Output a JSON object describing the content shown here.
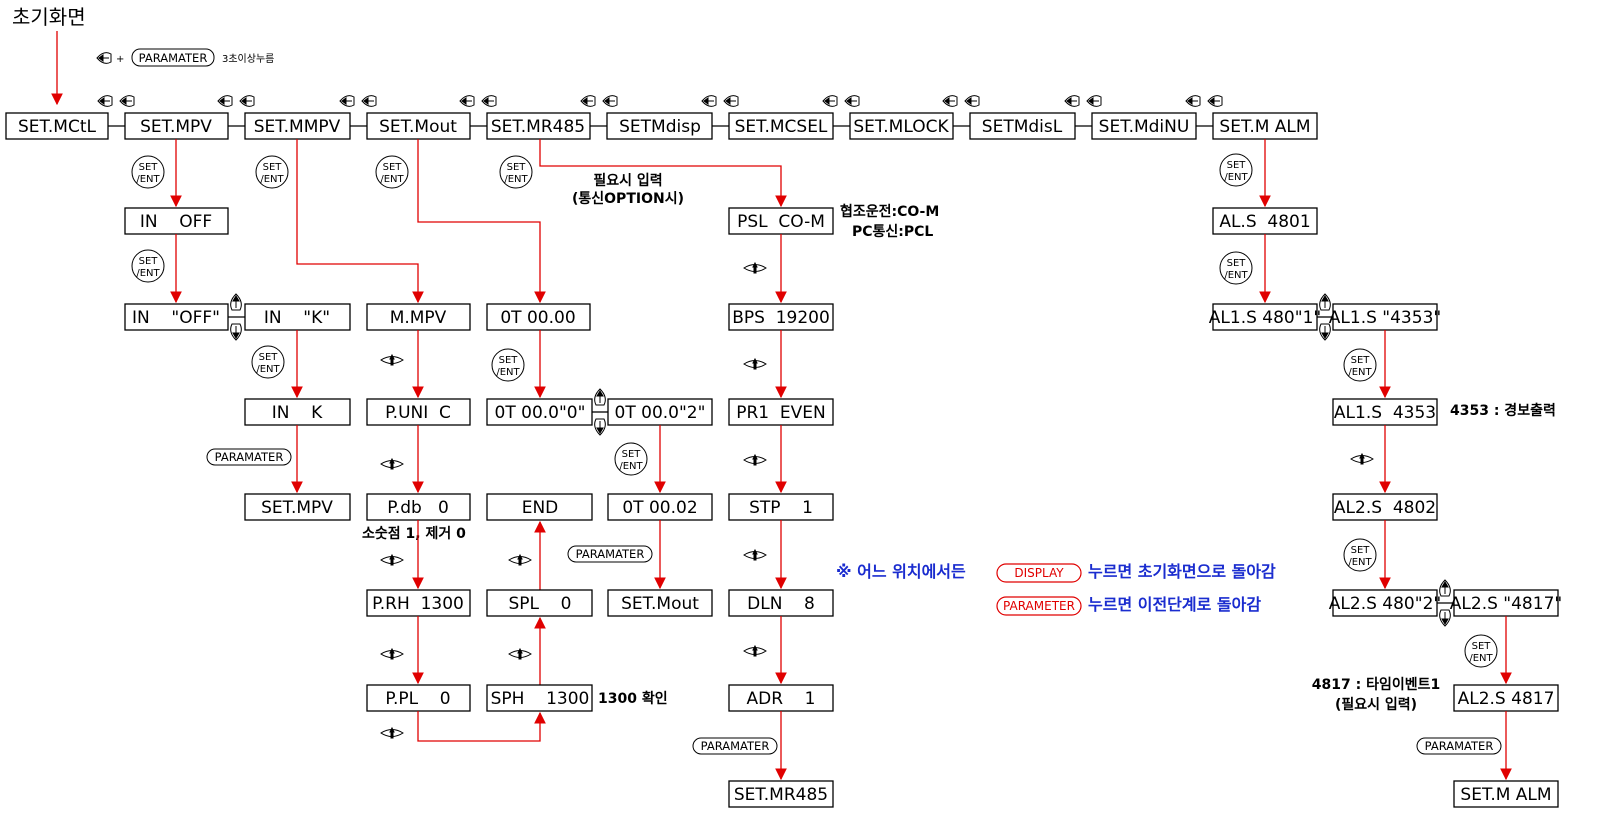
{
  "title": "초기화면",
  "hint": {
    "button": "PARAMATER",
    "text": "3초이상누름"
  },
  "top_row": [
    "SET.MCtL",
    "SET.MPV",
    "SET.MMPV",
    "SET.Mout",
    "SET.MR485",
    "SETMdisp",
    "SET.MCSEL",
    "SET.MLOCK",
    "SETMdisL",
    "SET.MdiNU",
    "SET.M ALM"
  ],
  "set_ent": [
    "SET",
    "/ENT"
  ],
  "paramater_label": "PARAMATER",
  "mpv": {
    "in_off": "IN    OFF",
    "in_off_q": "IN    \"OFF\"",
    "in_k_q": "IN    \"K\"",
    "in_k": "IN    K",
    "end": "SET.MPV"
  },
  "mmpv": {
    "items": [
      "M.MPV",
      "P.UNI  C",
      "P.db   0",
      "P.RH  1300",
      "P.PL    0"
    ],
    "note": "소숫점 1, 제거 0"
  },
  "mout": {
    "ot": "0T 00.00",
    "ot_q0": "0T 00.0\"0\"",
    "ot_q2": "0T 00.0\"2\"",
    "ot2": "0T 00.02",
    "end_mout": "SET.Mout",
    "end": "END",
    "spl": "SPL    0",
    "sph": "SPH    1300",
    "note": "1300 확인"
  },
  "mr485": {
    "note1": "필요시 입력",
    "note2": "(통신OPTION시)",
    "items": [
      "PSL  CO-M",
      "BPS  19200",
      "PR1  EVEN",
      "STP    1",
      "DLN    8",
      "ADR    1"
    ],
    "end": "SET.MR485",
    "psl_note1": "협조운전:CO-M",
    "psl_note2": "PC통신:PCL"
  },
  "alm": {
    "als": "AL.S  4801",
    "al1_q1": "AL1.S 480\"1\"",
    "al1_q4353": "AL1.S \"4353\"",
    "al1": "AL1.S  4353",
    "al1_note": "4353 : 경보출력",
    "al2": "AL2.S  4802",
    "al2_q2": "AL2.S 480\"2\"",
    "al2_q4817": "AL2.S \"4817\"",
    "al2b": "AL2.S 4817",
    "al2_note1": "4817 : 타임이벤트1",
    "al2_note2": "(필요시 입력)",
    "end": "SET.M ALM"
  },
  "notes": {
    "display_pre": "※ 어느 위치에서든",
    "display_btn": "DISPLAY",
    "display_post": "누르면 초기화면으로 돌아감",
    "param_btn": "PARAMETER",
    "param_post": "누르면 이전단계로 돌아감"
  }
}
